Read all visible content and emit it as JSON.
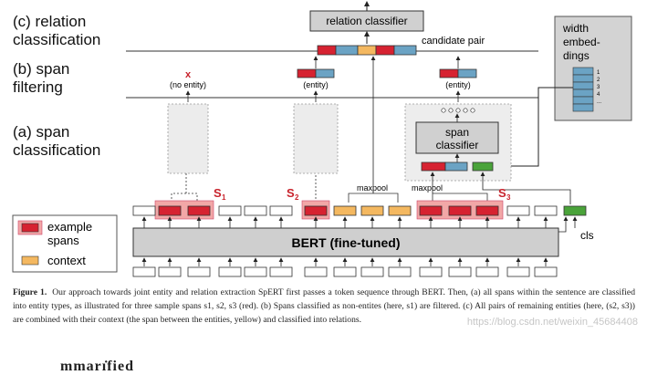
{
  "sections": {
    "c": [
      "(c) relation",
      "classification"
    ],
    "b": [
      "(b) span",
      "filtering"
    ],
    "a": [
      "(a) span",
      "classification"
    ]
  },
  "labels": {
    "relation_classifier": "relation classifier",
    "candidate_pair": "candidate pair",
    "width_embeddings": [
      "width",
      "embed-",
      "dings"
    ],
    "width_numbers": [
      "1",
      "2",
      "3",
      "4",
      "..."
    ],
    "no_entity_mark": "x",
    "no_entity": "(no entity)",
    "entity_1": "(entity)",
    "entity_2": "(entity)",
    "span_classifier": [
      "span",
      "classifier"
    ],
    "maxpool_1": "maxpool",
    "maxpool_2": "maxpool",
    "bert": "BERT (fine-tuned)",
    "cls": "cls",
    "s1": "S",
    "s1_sub": "1",
    "s2": "S",
    "s2_sub": "2",
    "s3": "S",
    "s3_sub": "3"
  },
  "legend": {
    "example": [
      "example",
      "spans"
    ],
    "context": "context"
  },
  "caption": {
    "label": "Figure 1.",
    "text": "Our approach towards joint entity and relation extraction SpERT first passes a token sequence through BERT. Then, (a) all spans within the sentence are classified into entity types, as illustrated for three sample spans s1, s2, s3 (red). (b) Spans classified as non-entites (here, s1) are filtered. (c) All pairs of remaining entities (here, (s2, s3)) are combined with their context (the span between the entities, yellow) and classified into relations."
  },
  "watermark": "https://blog.csdn.net/weixin_45684408",
  "cut_text": "mmarı̇fied",
  "colors": {
    "red": "#d62231",
    "blue": "#6ba3c4",
    "yellow": "#f4b860",
    "green": "#4aa33a",
    "pink_bg": "#f2a7a7",
    "gray_box": "#cfcfcf",
    "accent_text": "#c8232c"
  }
}
